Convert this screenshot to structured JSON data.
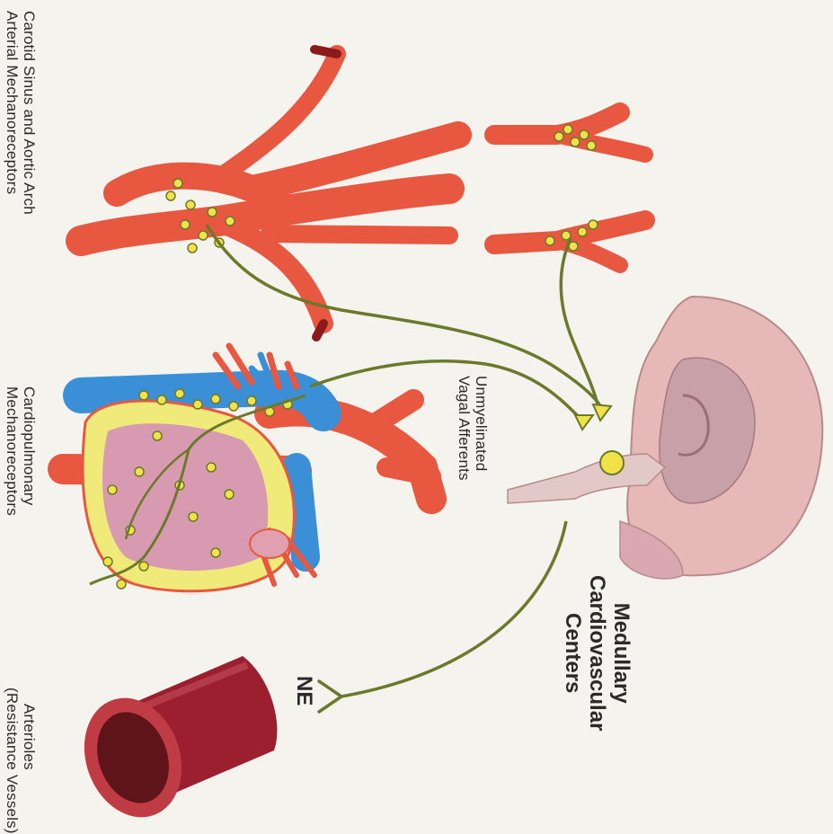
{
  "labels": {
    "baroreceptors": [
      "Carotid Sinus and Aortic Arch",
      "Arterial Mechanoreceptors"
    ],
    "cardiopulmonary": [
      "Cardiopulmonary",
      "Mechanoreceptors"
    ],
    "arterioles": [
      "Arterioles",
      "(Resistance Vessels)"
    ],
    "vagal": [
      "Unmyelinated",
      "Vagal Afferents"
    ],
    "medullary": [
      "Medullary",
      "Cardiovascular",
      "Centers"
    ],
    "ne": "NE"
  },
  "colors": {
    "artery": "#e8573f",
    "vein": "#3b8fd6",
    "nerve": "#6b7a2a",
    "receptor": "#f2e24a",
    "brain": "#e6b8b8",
    "arteriole": "#9c1f2f"
  }
}
